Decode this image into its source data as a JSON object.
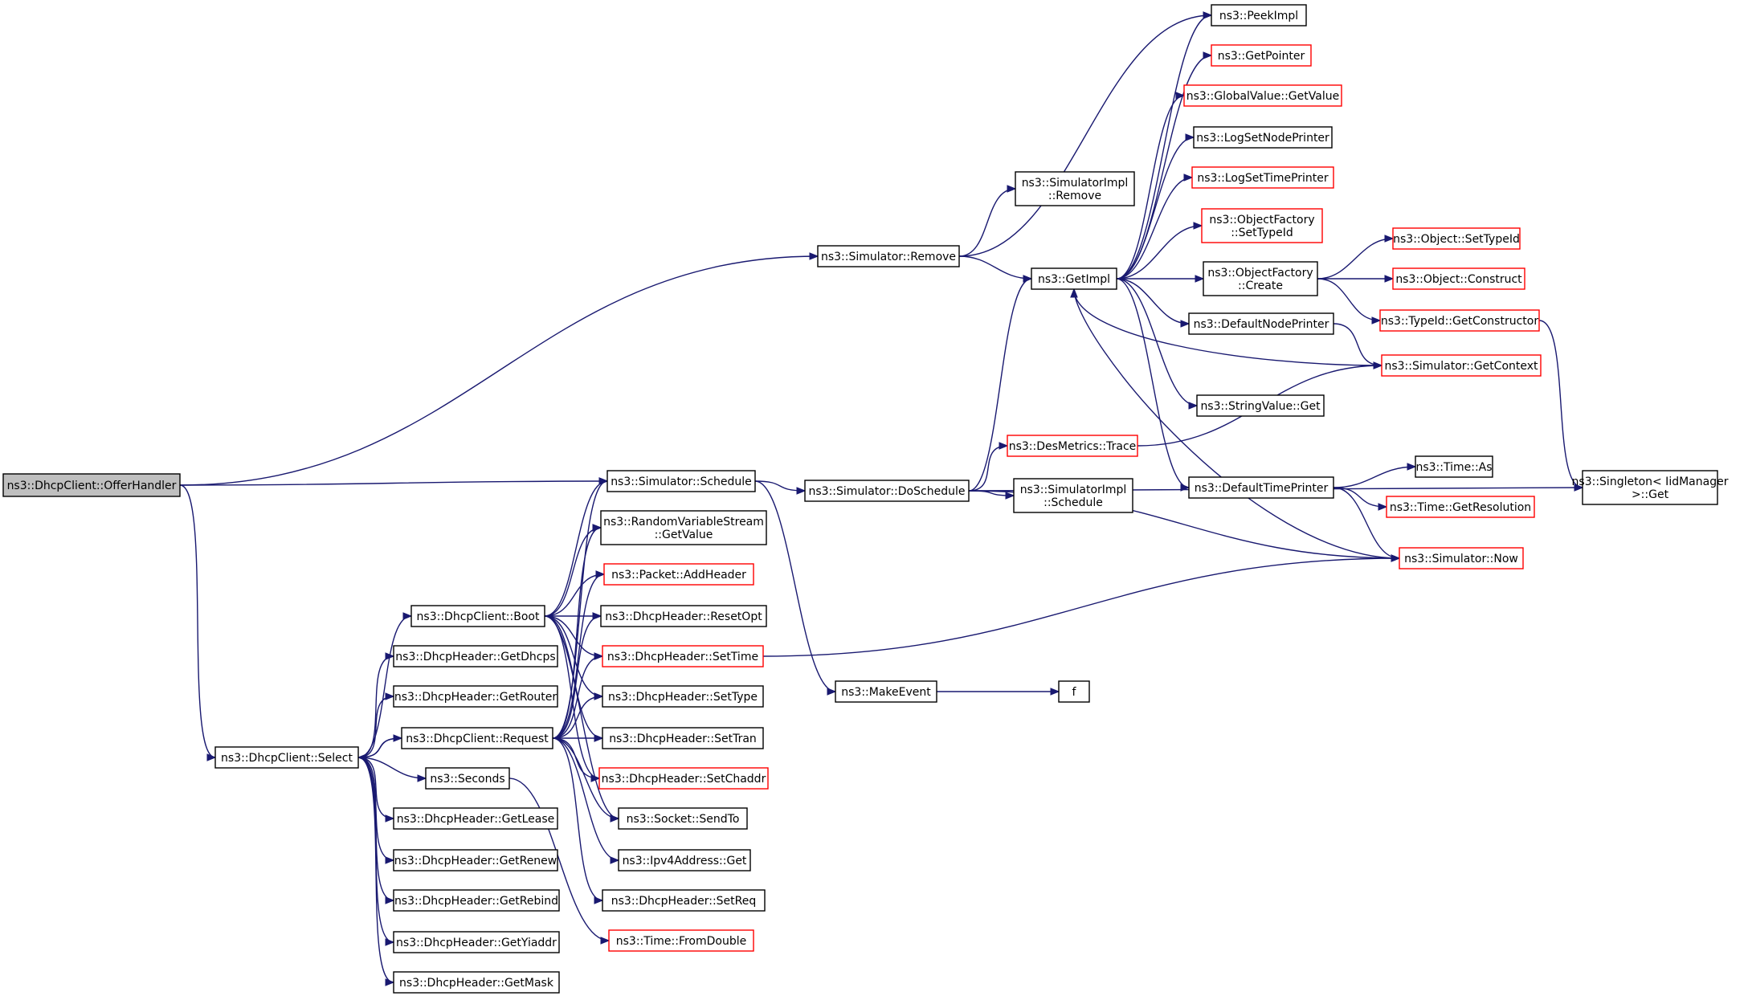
{
  "colors": {
    "edge": "#191970",
    "border_normal": "#000000",
    "border_truncated": "#ff0000",
    "root_fill": "#bfbfbf",
    "node_fill": "#ffffff"
  },
  "nodes": [
    {
      "id": "offer",
      "lines": [
        "ns3::DhcpClient::OfferHandler"
      ],
      "style": "root"
    },
    {
      "id": "remove",
      "lines": [
        "ns3::Simulator::Remove"
      ],
      "style": "normal"
    },
    {
      "id": "simimpl_remove",
      "lines": [
        "ns3::SimulatorImpl",
        "::Remove"
      ],
      "style": "normal"
    },
    {
      "id": "getimpl",
      "lines": [
        "ns3::GetImpl"
      ],
      "style": "normal"
    },
    {
      "id": "peekimpl",
      "lines": [
        "ns3::PeekImpl"
      ],
      "style": "normal"
    },
    {
      "id": "getpointer",
      "lines": [
        "ns3::GetPointer"
      ],
      "style": "truncated"
    },
    {
      "id": "gv_getvalue",
      "lines": [
        "ns3::GlobalValue::GetValue"
      ],
      "style": "truncated"
    },
    {
      "id": "lognodeprinter",
      "lines": [
        "ns3::LogSetNodePrinter"
      ],
      "style": "normal"
    },
    {
      "id": "logtimeprinter",
      "lines": [
        "ns3::LogSetTimePrinter"
      ],
      "style": "truncated"
    },
    {
      "id": "of_settypeid",
      "lines": [
        "ns3::ObjectFactory",
        "::SetTypeId"
      ],
      "style": "truncated"
    },
    {
      "id": "of_create",
      "lines": [
        "ns3::ObjectFactory",
        "::Create"
      ],
      "style": "normal"
    },
    {
      "id": "obj_settypeid",
      "lines": [
        "ns3::Object::SetTypeId"
      ],
      "style": "truncated"
    },
    {
      "id": "obj_construct",
      "lines": [
        "ns3::Object::Construct"
      ],
      "style": "truncated"
    },
    {
      "id": "typeid_getctor",
      "lines": [
        "ns3::TypeId::GetConstructor"
      ],
      "style": "truncated"
    },
    {
      "id": "defnodeprinter",
      "lines": [
        "ns3::DefaultNodePrinter"
      ],
      "style": "normal"
    },
    {
      "id": "getcontext",
      "lines": [
        "ns3::Simulator::GetContext"
      ],
      "style": "truncated"
    },
    {
      "id": "stringvalue_get",
      "lines": [
        "ns3::StringValue::Get"
      ],
      "style": "normal"
    },
    {
      "id": "desmetrics",
      "lines": [
        "ns3::DesMetrics::Trace"
      ],
      "style": "truncated"
    },
    {
      "id": "deftimeprinter",
      "lines": [
        "ns3::DefaultTimePrinter"
      ],
      "style": "normal"
    },
    {
      "id": "time_as",
      "lines": [
        "ns3::Time::As"
      ],
      "style": "normal"
    },
    {
      "id": "time_getres",
      "lines": [
        "ns3::Time::GetResolution"
      ],
      "style": "truncated"
    },
    {
      "id": "sim_now",
      "lines": [
        "ns3::Simulator::Now"
      ],
      "style": "truncated"
    },
    {
      "id": "singleton_get",
      "lines": [
        "ns3::Singleton< IidManager",
        " >::Get"
      ],
      "style": "normal"
    },
    {
      "id": "schedule",
      "lines": [
        "ns3::Simulator::Schedule"
      ],
      "style": "normal"
    },
    {
      "id": "doschedule",
      "lines": [
        "ns3::Simulator::DoSchedule"
      ],
      "style": "normal"
    },
    {
      "id": "simimpl_schedule",
      "lines": [
        "ns3::SimulatorImpl",
        "::Schedule"
      ],
      "style": "normal"
    },
    {
      "id": "makeevent",
      "lines": [
        "ns3::MakeEvent"
      ],
      "style": "normal"
    },
    {
      "id": "f",
      "lines": [
        "f"
      ],
      "style": "normal"
    },
    {
      "id": "rvs_getvalue",
      "lines": [
        "ns3::RandomVariableStream",
        "::GetValue"
      ],
      "style": "normal"
    },
    {
      "id": "addheader",
      "lines": [
        "ns3::Packet::AddHeader"
      ],
      "style": "truncated"
    },
    {
      "id": "resetopt",
      "lines": [
        "ns3::DhcpHeader::ResetOpt"
      ],
      "style": "normal"
    },
    {
      "id": "settime",
      "lines": [
        "ns3::DhcpHeader::SetTime"
      ],
      "style": "truncated"
    },
    {
      "id": "settype",
      "lines": [
        "ns3::DhcpHeader::SetType"
      ],
      "style": "normal"
    },
    {
      "id": "settran",
      "lines": [
        "ns3::DhcpHeader::SetTran"
      ],
      "style": "normal"
    },
    {
      "id": "setchaddr",
      "lines": [
        "ns3::DhcpHeader::SetChaddr"
      ],
      "style": "truncated"
    },
    {
      "id": "sendto",
      "lines": [
        "ns3::Socket::SendTo"
      ],
      "style": "normal"
    },
    {
      "id": "ipv4_get",
      "lines": [
        "ns3::Ipv4Address::Get"
      ],
      "style": "normal"
    },
    {
      "id": "setreq",
      "lines": [
        "ns3::DhcpHeader::SetReq"
      ],
      "style": "normal"
    },
    {
      "id": "fromdouble",
      "lines": [
        "ns3::Time::FromDouble"
      ],
      "style": "truncated"
    },
    {
      "id": "boot",
      "lines": [
        "ns3::DhcpClient::Boot"
      ],
      "style": "normal"
    },
    {
      "id": "getdhcps",
      "lines": [
        "ns3::DhcpHeader::GetDhcps"
      ],
      "style": "normal"
    },
    {
      "id": "getrouter",
      "lines": [
        "ns3::DhcpHeader::GetRouter"
      ],
      "style": "normal"
    },
    {
      "id": "request",
      "lines": [
        "ns3::DhcpClient::Request"
      ],
      "style": "normal"
    },
    {
      "id": "select",
      "lines": [
        "ns3::DhcpClient::Select"
      ],
      "style": "normal"
    },
    {
      "id": "seconds",
      "lines": [
        "ns3::Seconds"
      ],
      "style": "normal"
    },
    {
      "id": "getlease",
      "lines": [
        "ns3::DhcpHeader::GetLease"
      ],
      "style": "normal"
    },
    {
      "id": "getrenew",
      "lines": [
        "ns3::DhcpHeader::GetRenew"
      ],
      "style": "normal"
    },
    {
      "id": "getrebind",
      "lines": [
        "ns3::DhcpHeader::GetRebind"
      ],
      "style": "normal"
    },
    {
      "id": "getyiaddr",
      "lines": [
        "ns3::DhcpHeader::GetYiaddr"
      ],
      "style": "normal"
    },
    {
      "id": "getmask",
      "lines": [
        "ns3::DhcpHeader::GetMask"
      ],
      "style": "normal"
    }
  ],
  "edges": [
    [
      "offer",
      "remove"
    ],
    [
      "offer",
      "schedule"
    ],
    [
      "offer",
      "select"
    ],
    [
      "remove",
      "simimpl_remove"
    ],
    [
      "remove",
      "getimpl"
    ],
    [
      "remove",
      "peekimpl"
    ],
    [
      "getimpl",
      "peekimpl"
    ],
    [
      "getimpl",
      "getpointer"
    ],
    [
      "getimpl",
      "gv_getvalue"
    ],
    [
      "getimpl",
      "lognodeprinter"
    ],
    [
      "getimpl",
      "logtimeprinter"
    ],
    [
      "getimpl",
      "of_settypeid"
    ],
    [
      "getimpl",
      "of_create"
    ],
    [
      "getimpl",
      "defnodeprinter"
    ],
    [
      "getimpl",
      "stringvalue_get"
    ],
    [
      "getimpl",
      "deftimeprinter"
    ],
    [
      "of_create",
      "obj_settypeid"
    ],
    [
      "of_create",
      "obj_construct"
    ],
    [
      "of_create",
      "typeid_getctor"
    ],
    [
      "typeid_getctor",
      "singleton_get"
    ],
    [
      "defnodeprinter",
      "getcontext"
    ],
    [
      "getcontext",
      "getimpl"
    ],
    [
      "deftimeprinter",
      "time_as"
    ],
    [
      "deftimeprinter",
      "time_getres"
    ],
    [
      "deftimeprinter",
      "sim_now"
    ],
    [
      "sim_now",
      "getimpl"
    ],
    [
      "desmetrics",
      "getcontext"
    ],
    [
      "schedule",
      "doschedule"
    ],
    [
      "schedule",
      "makeevent"
    ],
    [
      "doschedule",
      "getimpl"
    ],
    [
      "doschedule",
      "desmetrics"
    ],
    [
      "doschedule",
      "simimpl_schedule"
    ],
    [
      "doschedule",
      "sim_now"
    ],
    [
      "doschedule",
      "singleton_get"
    ],
    [
      "makeevent",
      "f"
    ],
    [
      "settime",
      "sim_now"
    ],
    [
      "boot",
      "schedule"
    ],
    [
      "boot",
      "rvs_getvalue"
    ],
    [
      "boot",
      "addheader"
    ],
    [
      "boot",
      "resetopt"
    ],
    [
      "boot",
      "settime"
    ],
    [
      "boot",
      "settype"
    ],
    [
      "boot",
      "settran"
    ],
    [
      "boot",
      "setchaddr"
    ],
    [
      "boot",
      "sendto"
    ],
    [
      "request",
      "schedule"
    ],
    [
      "request",
      "rvs_getvalue"
    ],
    [
      "request",
      "addheader"
    ],
    [
      "request",
      "resetopt"
    ],
    [
      "request",
      "settime"
    ],
    [
      "request",
      "settype"
    ],
    [
      "request",
      "settran"
    ],
    [
      "request",
      "setchaddr"
    ],
    [
      "request",
      "sendto"
    ],
    [
      "request",
      "ipv4_get"
    ],
    [
      "request",
      "setreq"
    ],
    [
      "request",
      "select"
    ],
    [
      "select",
      "boot"
    ],
    [
      "select",
      "getdhcps"
    ],
    [
      "select",
      "getrouter"
    ],
    [
      "select",
      "request"
    ],
    [
      "select",
      "seconds"
    ],
    [
      "select",
      "getlease"
    ],
    [
      "select",
      "getrenew"
    ],
    [
      "select",
      "getrebind"
    ],
    [
      "select",
      "getyiaddr"
    ],
    [
      "select",
      "getmask"
    ],
    [
      "seconds",
      "fromdouble"
    ]
  ]
}
